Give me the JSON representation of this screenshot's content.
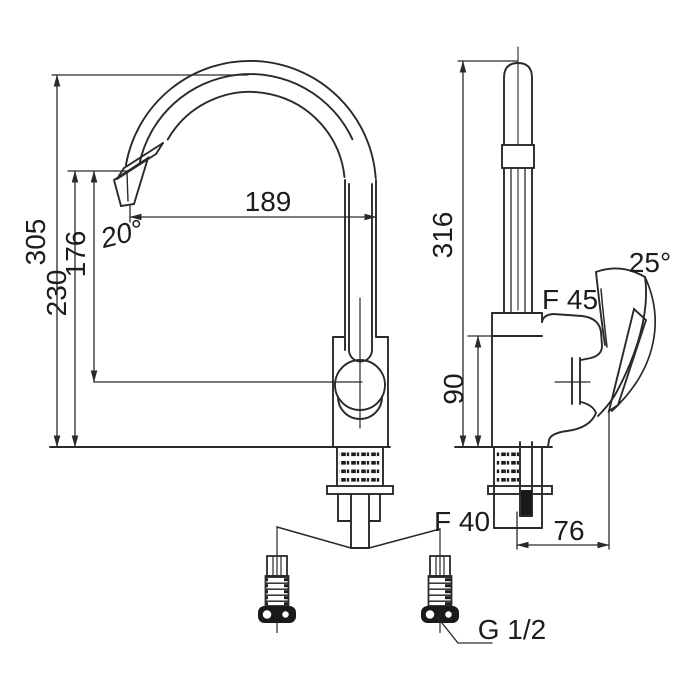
{
  "colors": {
    "background": "#ffffff",
    "line": "#2a2a2a",
    "text": "#1c1c1c"
  },
  "drawing_labels": {
    "front": {
      "overall_height": "305",
      "outlet_height": "230",
      "center_height": "176",
      "reach": "189",
      "outlet_angle": "20°"
    },
    "side": {
      "overall_height": "316",
      "body_height": "90",
      "handle_angle": "25°",
      "aerator": "F 45",
      "base": "F 40",
      "depth": "76",
      "thread": "G 1/2"
    }
  }
}
